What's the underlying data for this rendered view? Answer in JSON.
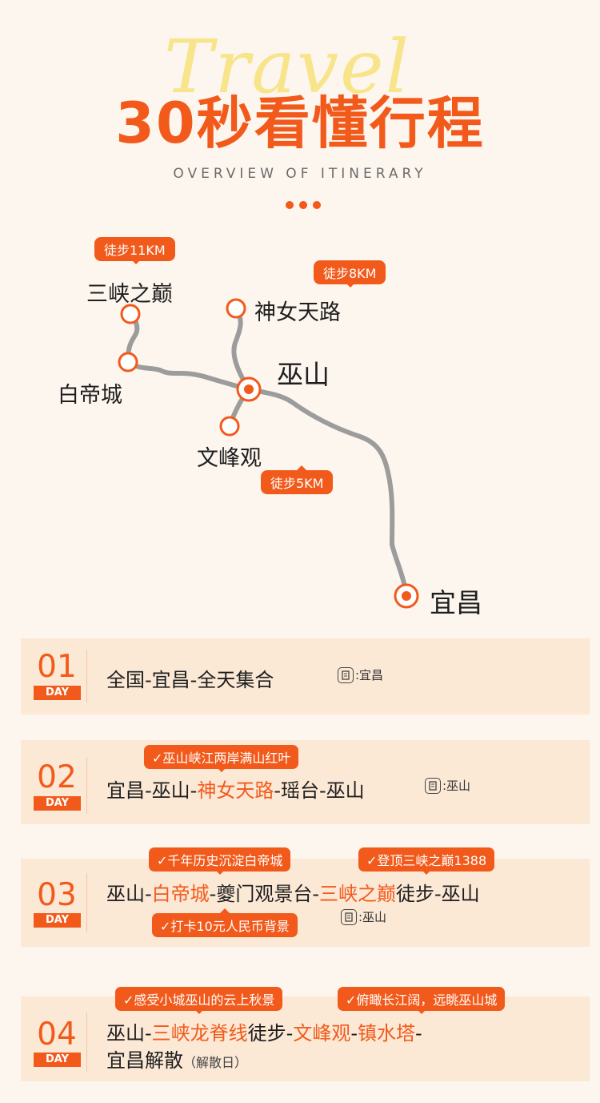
{
  "header": {
    "script_word": "Travel",
    "title": "30秒看懂行程",
    "subtitle": "OVERVIEW OF ITINERARY"
  },
  "map": {
    "places": {
      "sanxia": "三峡之巅",
      "baidi": "白帝城",
      "shennv": "神女天路",
      "wushan": "巫山",
      "wenfeng": "文峰观",
      "yichang": "宜昌"
    },
    "bubbles": {
      "hike_11km": "徒步11KM",
      "hike_8km": "徒步8KM",
      "hike_5km": "徒步5KM"
    }
  },
  "colors": {
    "accent": "#f25a1b",
    "route_line": "#9c9c9c",
    "card_bg": "#fbe8d5",
    "page_bg": "#fdf6ee"
  },
  "days": [
    {
      "num": "01",
      "tag": "DAY",
      "route": [
        "全国-宜昌-全天集合"
      ],
      "hotel": ":宜昌"
    },
    {
      "num": "02",
      "tag": "DAY",
      "route_a": "宜昌-巫山-",
      "route_hl": "神女天路",
      "route_b": "-瑶台-巫山",
      "hotel": ":巫山",
      "tags": [
        "✓巫山峡江两岸满山红叶"
      ]
    },
    {
      "num": "03",
      "tag": "DAY",
      "route_a": "巫山-",
      "route_hl1": "白帝城",
      "route_b": "-夔门观景台-",
      "route_hl2": "三峡之巅",
      "route_c": "徒步-巫山",
      "hotel": ":巫山",
      "tags": [
        "✓千年历史沉淀白帝城",
        "✓登顶三峡之巅1388",
        "✓打卡10元人民币背景"
      ]
    },
    {
      "num": "04",
      "tag": "DAY",
      "route_a": "巫山-",
      "route_hl1": "三峡龙脊线",
      "route_b": "徒步-",
      "route_hl2": "文峰观",
      "route_c": "-",
      "route_hl3": "镇水塔",
      "route_d": "-",
      "route_line2": "宜昌解散",
      "route_note": "（解散日）",
      "tags": [
        "✓感受小城巫山的云上秋景",
        "✓俯瞰长江阔，远眺巫山城"
      ]
    }
  ]
}
